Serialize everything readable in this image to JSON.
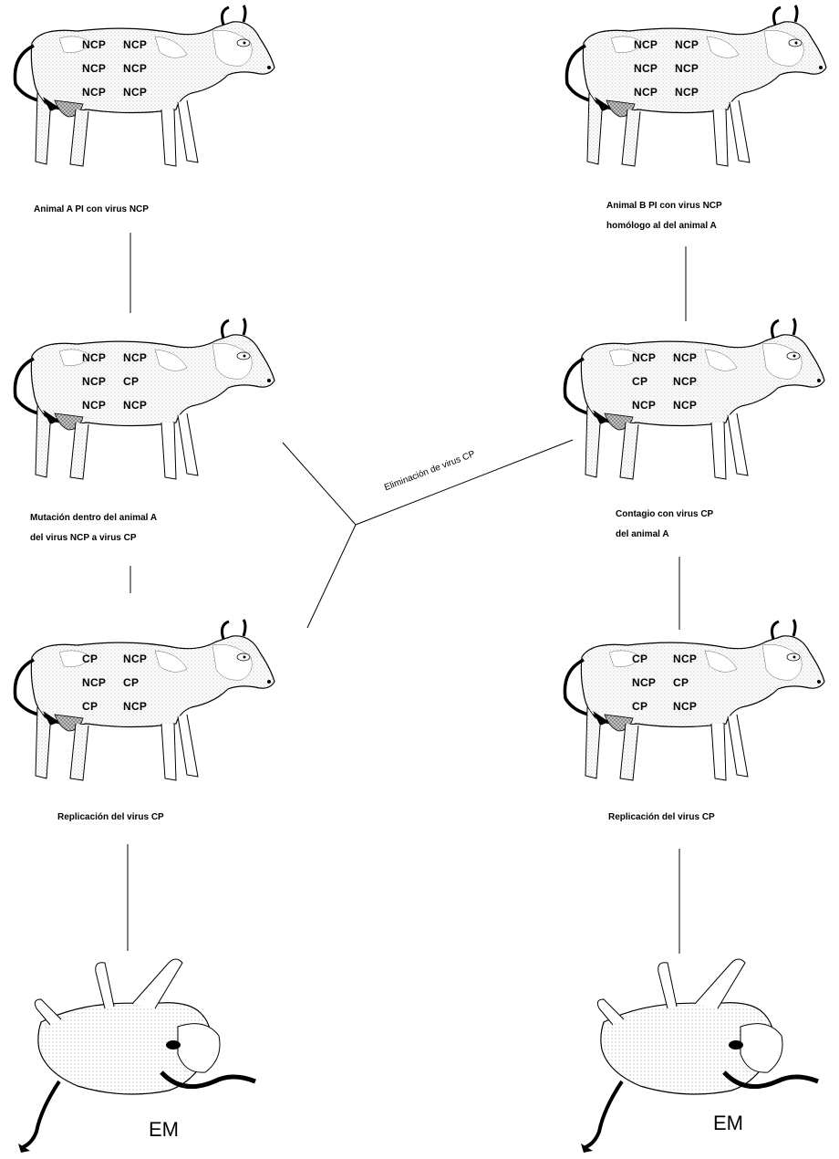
{
  "panels": {
    "a1": {
      "caption": [
        "Animal A PI con virus NCP"
      ],
      "labels": [
        "NCP",
        "NCP",
        "NCP",
        "NCP",
        "NCP",
        "NCP"
      ]
    },
    "b1": {
      "caption": [
        "Animal B PI con virus NCP",
        "homólogo al del animal A"
      ],
      "labels": [
        "NCP",
        "NCP",
        "NCP",
        "NCP",
        "NCP",
        "NCP"
      ]
    },
    "a2": {
      "caption": [
        "Mutación dentro del animal A",
        "del virus NCP a virus CP"
      ],
      "labels": [
        "NCP",
        "NCP",
        "NCP",
        "CP",
        "NCP",
        "NCP"
      ]
    },
    "b2": {
      "caption": [
        "Contagio con virus CP",
        "del animal A"
      ],
      "labels": [
        "NCP",
        "NCP",
        "CP",
        "NCP",
        "NCP",
        "NCP"
      ]
    },
    "a3": {
      "caption": [
        "Replicación del virus CP"
      ],
      "labels": [
        "CP",
        "NCP",
        "NCP",
        "CP",
        "CP",
        "NCP"
      ]
    },
    "b3": {
      "caption": [
        "Replicación del virus CP"
      ],
      "labels": [
        "CP",
        "NCP",
        "NCP",
        "CP",
        "CP",
        "NCP"
      ]
    }
  },
  "elimination_label": "Eliminación de virus CP",
  "outcome_left": "EM",
  "outcome_right": "EM"
}
